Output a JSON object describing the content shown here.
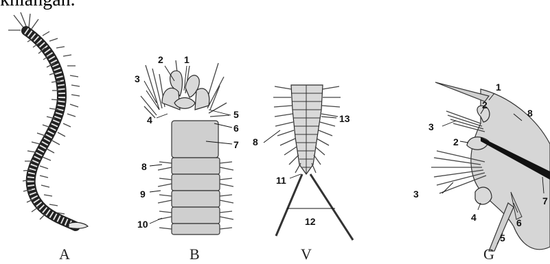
{
  "top_text": "khlangan.",
  "panels": [
    {
      "letter": "A"
    },
    {
      "letter": "B",
      "callouts": [
        "1",
        "2",
        "3",
        "4",
        "5",
        "6",
        "7",
        "8",
        "9",
        "10"
      ]
    },
    {
      "letter": "V",
      "callouts": [
        "8",
        "11",
        "12",
        "13"
      ]
    },
    {
      "letter": "G",
      "callouts": [
        "1",
        "2",
        "2",
        "3",
        "3",
        "4",
        "5",
        "6",
        "7",
        "8"
      ]
    }
  ],
  "colors": {
    "ink": "#2b2b2b",
    "fill": "#d9d9d9",
    "background": "#ffffff"
  }
}
